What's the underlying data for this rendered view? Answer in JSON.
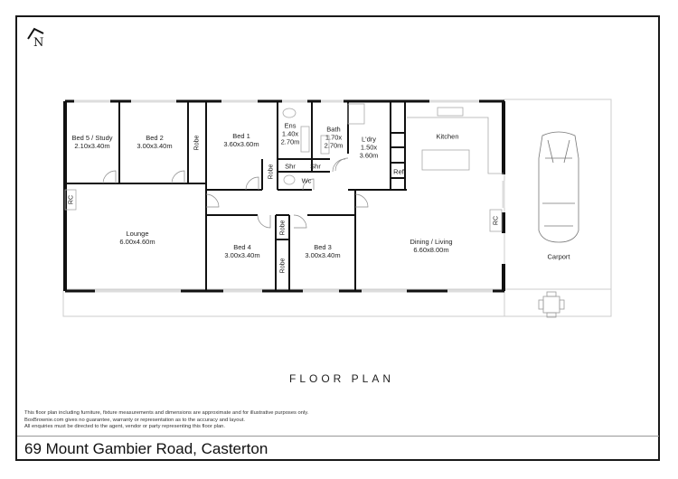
{
  "compass": {
    "label": "N"
  },
  "rooms": [
    {
      "id": "bed5",
      "name": "Bed 5 / Study",
      "dims": "2.10x3.40m"
    },
    {
      "id": "bed2",
      "name": "Bed 2",
      "dims": "3.00x3.40m"
    },
    {
      "id": "bed1",
      "name": "Bed 1",
      "dims": "3.60x3.60m"
    },
    {
      "id": "ens",
      "name": "Ens",
      "dims": "1.40x",
      "dims2": "2.70m"
    },
    {
      "id": "bath",
      "name": "Bath",
      "dims": "1.70x",
      "dims2": "2.70m"
    },
    {
      "id": "ldry",
      "name": "L'dry",
      "dims": "1.50x",
      "dims2": "3.60m"
    },
    {
      "id": "kitchen",
      "name": "Kitchen"
    },
    {
      "id": "lounge",
      "name": "Lounge",
      "dims": "6.00x4.60m"
    },
    {
      "id": "bed4",
      "name": "Bed 4",
      "dims": "3.00x3.40m"
    },
    {
      "id": "bed3",
      "name": "Bed 3",
      "dims": "3.00x3.40m"
    },
    {
      "id": "dining",
      "name": "Dining / Living",
      "dims": "6.60x8.00m"
    },
    {
      "id": "carport",
      "name": "Carport"
    }
  ],
  "fixtures": {
    "robe": "Robe",
    "shr": "Shr",
    "wc": "Wc",
    "ref": "Ref",
    "rc": "RC"
  },
  "title": "FLOOR PLAN",
  "disclaimer": [
    "This floor plan including furniture, fixture measurements and dimensions are approximate and for illustrative purposes only.",
    "BoxBrownie.com gives no guarantee, warranty or representation as to the accuracy and layout.",
    "All enquiries must be directed to the agent, vendor or party representing this floor plan."
  ],
  "address": "69 Mount Gambier Road, Casterton"
}
